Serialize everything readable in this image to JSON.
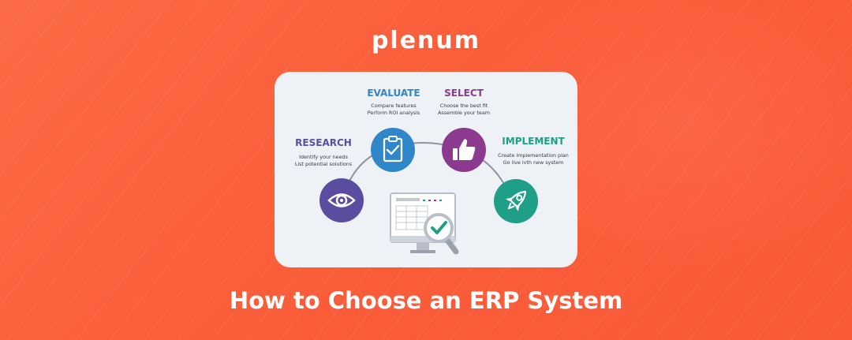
{
  "brand": {
    "logo_text": "plenum"
  },
  "steps": [
    {
      "id": "research",
      "title": "RESEARCH",
      "color": "#5a4da0",
      "icon": "eye-icon",
      "lines": [
        "Identify your needs",
        "List potential solutions"
      ]
    },
    {
      "id": "evaluate",
      "title": "EVALUATE",
      "color": "#2f86c8",
      "icon": "clipboard-check-icon",
      "lines": [
        "Compare features",
        "Perform ROI analysis"
      ]
    },
    {
      "id": "select",
      "title": "SELECT",
      "color": "#8b3a8f",
      "icon": "thumbs-up-icon",
      "lines": [
        "Choose the best fit",
        "Assemble your team"
      ]
    },
    {
      "id": "implement",
      "title": "IMPLEMENT",
      "color": "#1f9e88",
      "icon": "rocket-icon",
      "lines": [
        "Create implementation plan",
        "Go live ivth new system"
      ]
    }
  ],
  "center_illustration": {
    "icon": "monitor-magnifier-check-icon",
    "check_color": "#1f9e88"
  },
  "headline": "How to Choose an ERP System",
  "colors": {
    "background": "#fa5f3c",
    "card": "#eef1f6"
  }
}
